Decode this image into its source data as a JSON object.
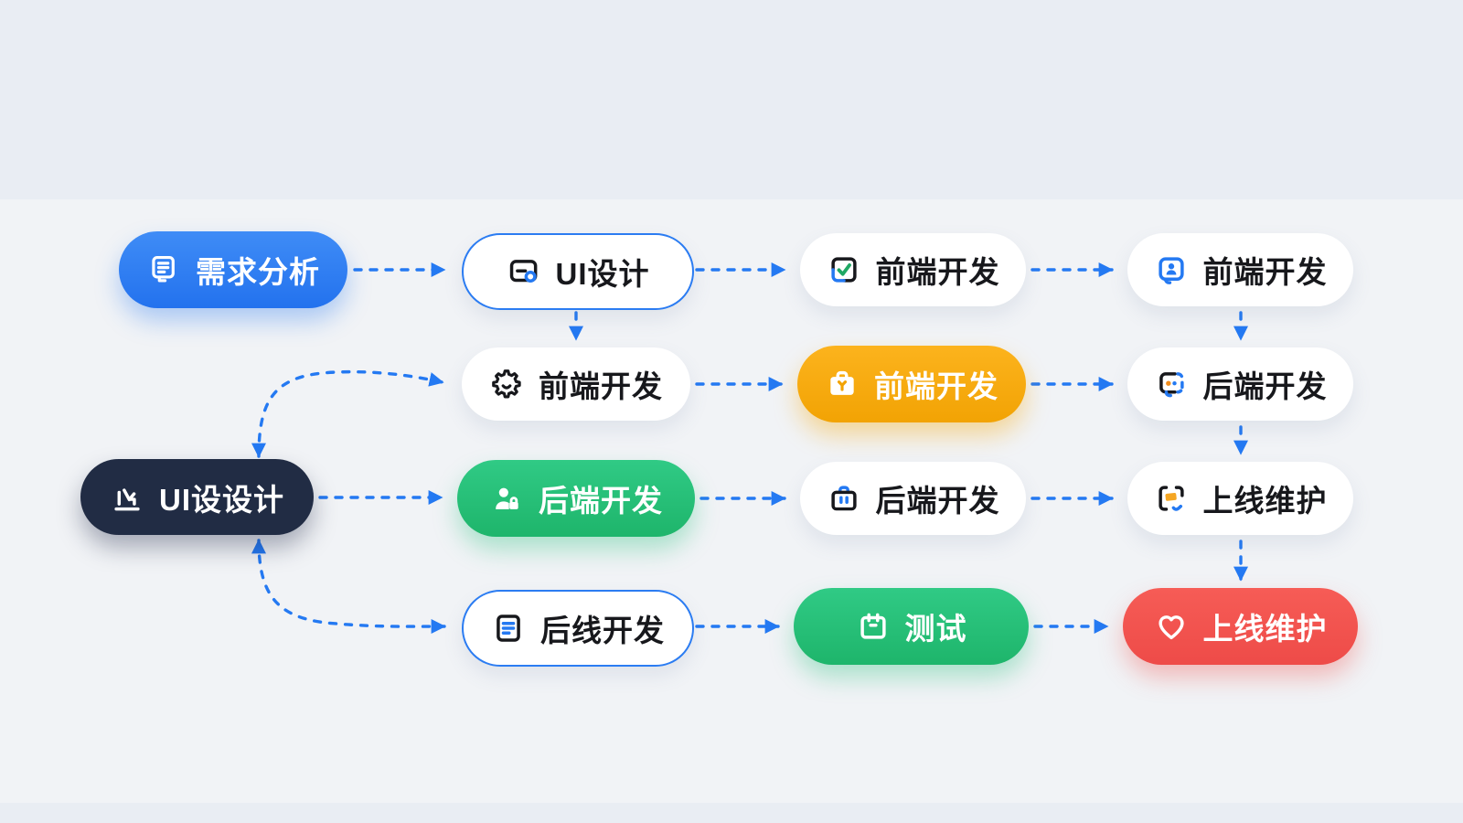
{
  "diagram": {
    "type": "flowchart",
    "colors": {
      "background": "#e9edf3",
      "panel": "#f1f3f6",
      "arrow": "#2479f2",
      "node_blue": "#2b7cf2",
      "node_dark": "#212c44",
      "node_green": "#26c07a",
      "node_yellow": "#f7ab10",
      "node_red": "#f25350",
      "node_white": "#ffffff",
      "text_dark": "#17181c",
      "text_light": "#ffffff"
    },
    "nodes": [
      {
        "id": "requirements",
        "label": "需求分析",
        "variant": "blue",
        "icon": "document-comment-icon"
      },
      {
        "id": "ui-design",
        "label": "UI设计",
        "variant": "white-border",
        "icon": "ui-frame-icon"
      },
      {
        "id": "frontend-dev-check",
        "label": "前端开发",
        "variant": "white",
        "icon": "check-square-icon"
      },
      {
        "id": "frontend-dev-person",
        "label": "前端开发",
        "variant": "white",
        "icon": "person-chat-icon"
      },
      {
        "id": "frontend-dev-gear",
        "label": "前端开发",
        "variant": "white",
        "icon": "gear-icon"
      },
      {
        "id": "frontend-dev-toolbox",
        "label": "前端开发",
        "variant": "yellow",
        "icon": "toolbox-icon"
      },
      {
        "id": "backend-dev-chat",
        "label": "后端开发",
        "variant": "white",
        "icon": "chat-dots-icon"
      },
      {
        "id": "ui-design-dark",
        "label": "UI设设计",
        "variant": "dark",
        "icon": "chart-icon"
      },
      {
        "id": "backend-dev-green",
        "label": "后端开发",
        "variant": "green",
        "icon": "person-bag-icon"
      },
      {
        "id": "backend-dev-briefcase",
        "label": "后端开发",
        "variant": "white",
        "icon": "briefcase-icon"
      },
      {
        "id": "maintenance-white",
        "label": "上线维护",
        "variant": "white",
        "icon": "chat-edit-icon"
      },
      {
        "id": "backline-dev",
        "label": "后线开发",
        "variant": "white-border",
        "icon": "doc-lines-icon"
      },
      {
        "id": "testing",
        "label": "测试",
        "variant": "green",
        "icon": "calendar-icon"
      },
      {
        "id": "maintenance-red",
        "label": "上线维护",
        "variant": "red",
        "icon": "heart-icon"
      }
    ],
    "edges": [
      {
        "from": "requirements",
        "to": "ui-design",
        "style": "dashed",
        "arrows": "one"
      },
      {
        "from": "ui-design",
        "to": "frontend-dev-check",
        "style": "dashed",
        "arrows": "one"
      },
      {
        "from": "frontend-dev-check",
        "to": "frontend-dev-person",
        "style": "dashed",
        "arrows": "one"
      },
      {
        "from": "ui-design",
        "to": "frontend-dev-gear",
        "style": "dashed",
        "arrows": "one"
      },
      {
        "from": "frontend-dev-person",
        "to": "backend-dev-chat",
        "style": "dashed",
        "arrows": "one"
      },
      {
        "from": "frontend-dev-gear",
        "to": "frontend-dev-toolbox",
        "style": "dashed",
        "arrows": "one"
      },
      {
        "from": "frontend-dev-toolbox",
        "to": "backend-dev-chat",
        "style": "dashed",
        "arrows": "one"
      },
      {
        "from": "backend-dev-chat",
        "to": "maintenance-white",
        "style": "dashed",
        "arrows": "one"
      },
      {
        "from": "ui-design-dark",
        "to": "frontend-dev-gear",
        "style": "dashed-curve",
        "arrows": "both"
      },
      {
        "from": "ui-design-dark",
        "to": "backend-dev-green",
        "style": "dashed",
        "arrows": "one"
      },
      {
        "from": "backend-dev-green",
        "to": "backend-dev-briefcase",
        "style": "dashed",
        "arrows": "one"
      },
      {
        "from": "backend-dev-briefcase",
        "to": "maintenance-white",
        "style": "dashed",
        "arrows": "one"
      },
      {
        "from": "maintenance-white",
        "to": "maintenance-red",
        "style": "dashed",
        "arrows": "one"
      },
      {
        "from": "ui-design-dark",
        "to": "backline-dev",
        "style": "dashed-curve",
        "arrows": "both"
      },
      {
        "from": "backline-dev",
        "to": "testing",
        "style": "dashed",
        "arrows": "one"
      },
      {
        "from": "testing",
        "to": "maintenance-red",
        "style": "dashed",
        "arrows": "one"
      }
    ]
  }
}
